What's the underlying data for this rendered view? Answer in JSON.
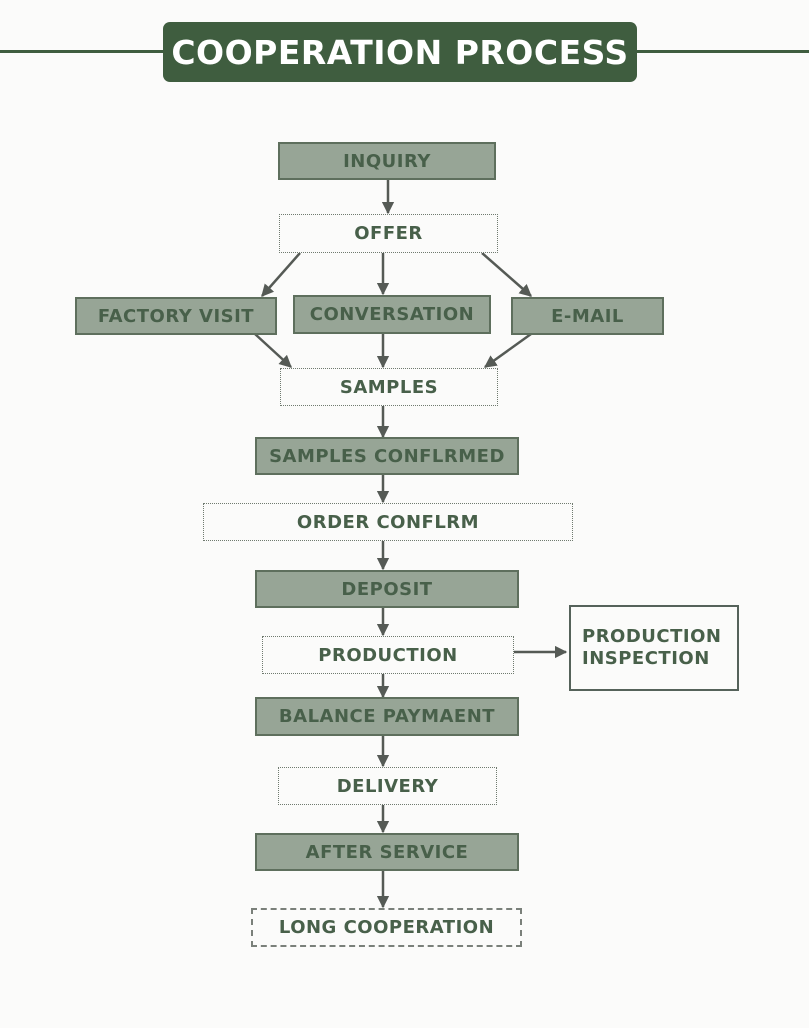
{
  "title": "COOPERATION PROCESS",
  "steps": {
    "inquiry": "INQUIRY",
    "offer": "OFFER",
    "factory_visit": "FACTORY VISIT",
    "conversation": "CONVERSATION",
    "email": "E-MAIL",
    "samples": "SAMPLES",
    "samples_confirmed": "SAMPLES CONFLRMED",
    "order_confirm": "ORDER CONFLRM",
    "deposit": "DEPOSIT",
    "production": "PRODUCTION",
    "production_inspection": "PRODUCTION INSPECTION",
    "balance_payment": "BALANCE PAYMAENT",
    "delivery": "DELIVERY",
    "after_service": "AFTER SERVICE",
    "long_cooperation": "LONG COOPERATION"
  },
  "colors": {
    "header": "#3f5d3f",
    "filled_box": "#97a596",
    "text": "#48604a",
    "arrow": "#555a55"
  }
}
